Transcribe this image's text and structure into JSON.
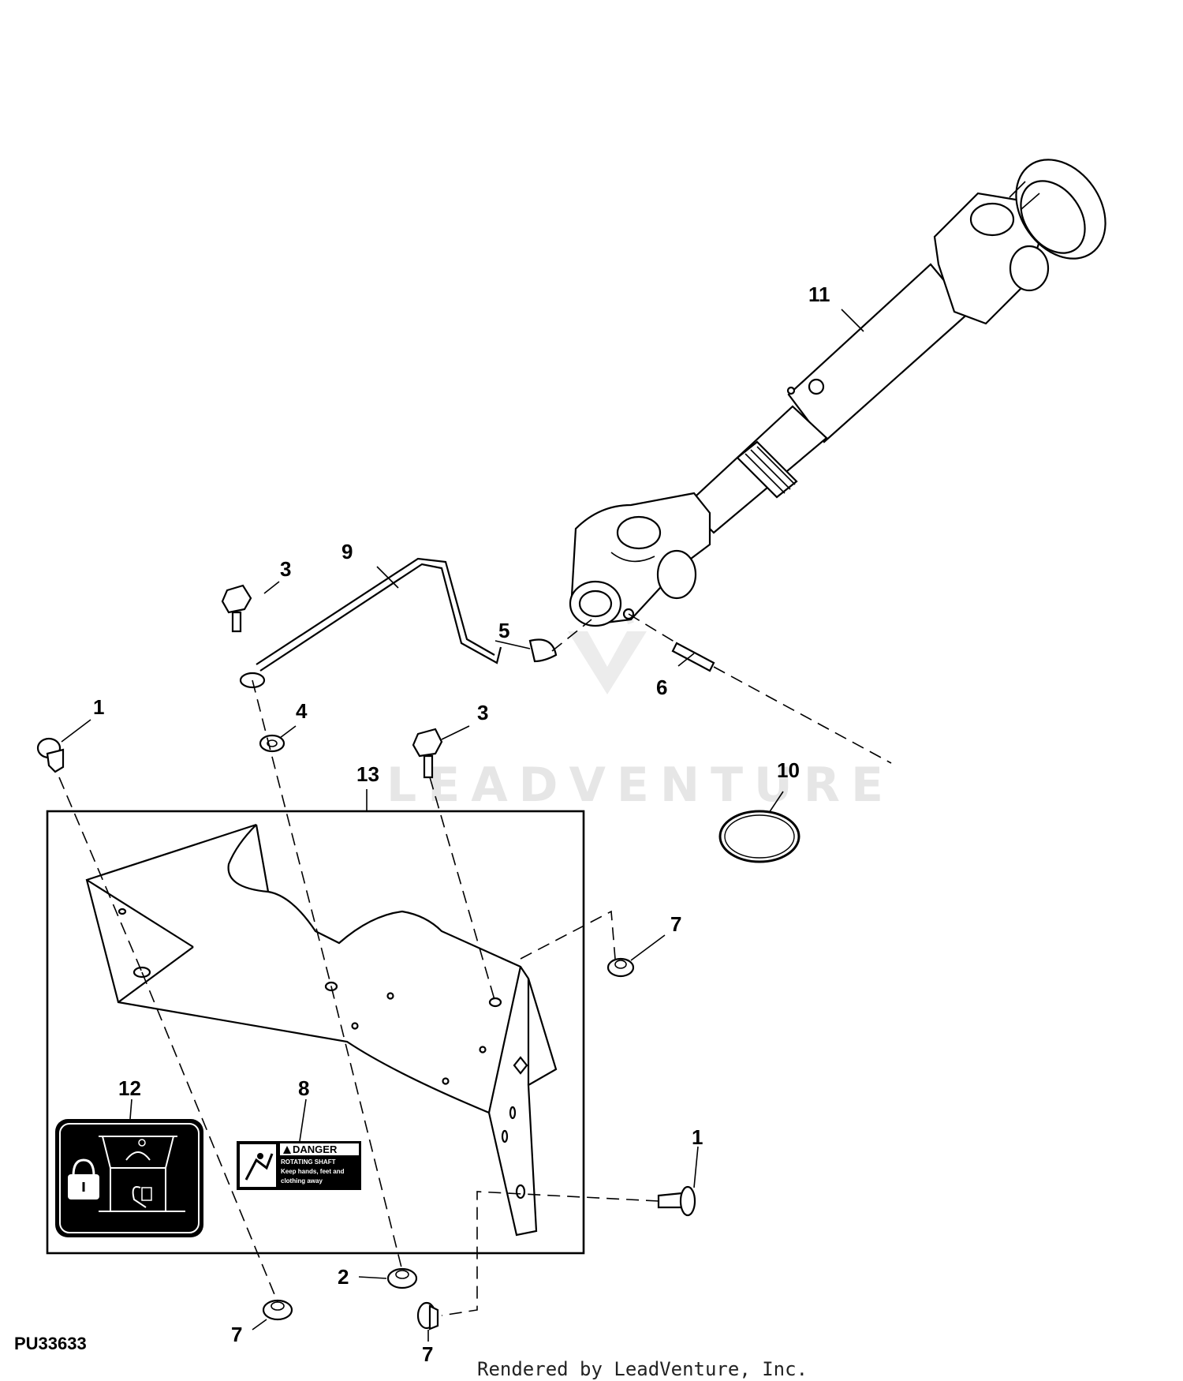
{
  "diagram": {
    "drawing_id": "PU33633",
    "credit": "Rendered by LeadVenture, Inc.",
    "watermark": "LEADVENTURE",
    "callouts": {
      "c1a": "1",
      "c1b": "1",
      "c2": "2",
      "c3a": "3",
      "c3b": "3",
      "c4": "4",
      "c5": "5",
      "c6": "6",
      "c7a": "7",
      "c7b": "7",
      "c7c": "7",
      "c8": "8",
      "c9": "9",
      "c10": "10",
      "c11": "11",
      "c12": "12",
      "c13": "13"
    },
    "danger_decal": {
      "heading": "DANGER",
      "line1": "ROTATING SHAFT",
      "line2": "Keep hands, feet and",
      "line3": "clothing away"
    }
  }
}
